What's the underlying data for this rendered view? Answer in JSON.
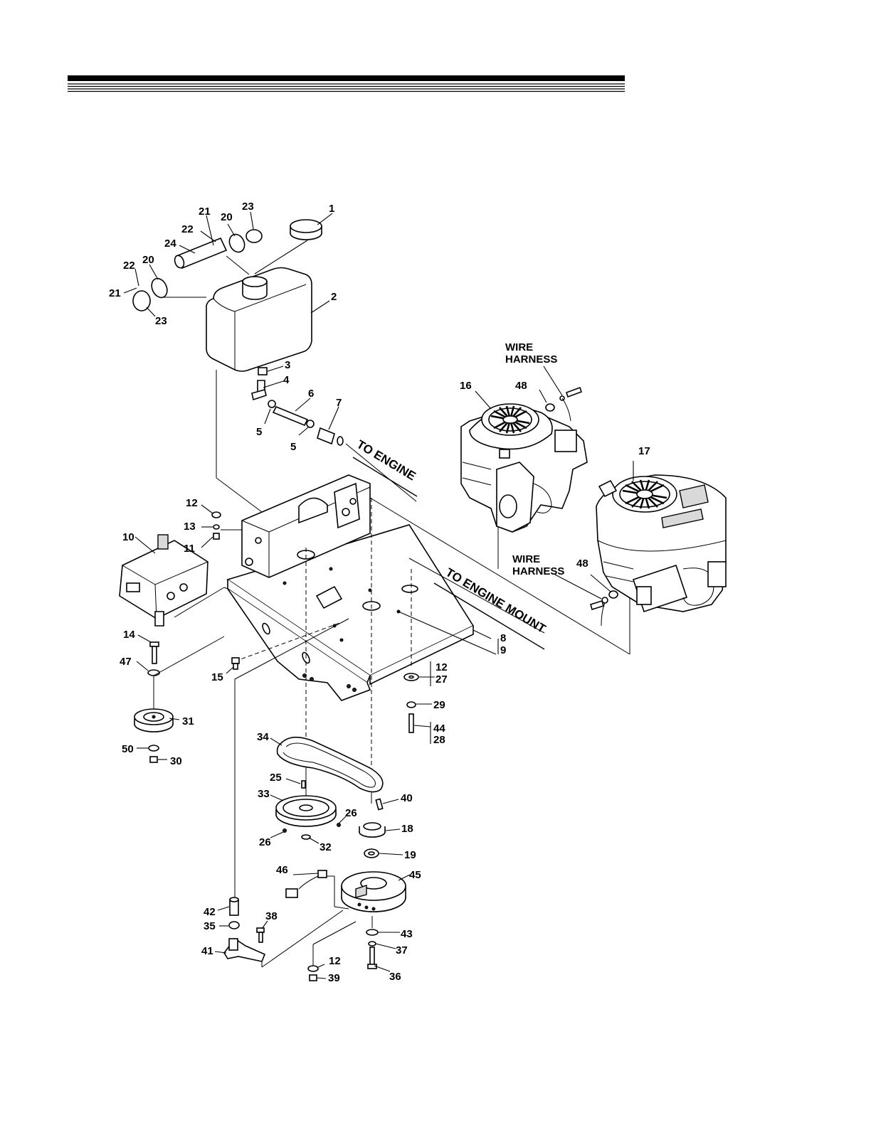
{
  "header": {
    "rule_color": "#000000"
  },
  "labels": {
    "wire_harness_top": [
      "WIRE",
      "HARNESS"
    ],
    "wire_harness_bottom": [
      "WIRE",
      "HARNESS"
    ],
    "to_engine": "TO ENGINE",
    "to_engine_mount": "TO ENGINE MOUNT"
  },
  "callouts": {
    "c1": "1",
    "c2": "2",
    "c3": "3",
    "c4": "4",
    "c5a": "5",
    "c5b": "5",
    "c6": "6",
    "c7": "7",
    "c8": "8",
    "c9": "9",
    "c10": "10",
    "c11": "11",
    "c12a": "12",
    "c12b": "12",
    "c12c": "12",
    "c13": "13",
    "c14": "14",
    "c15": "15",
    "c16": "16",
    "c17": "17",
    "c18": "18",
    "c19": "19",
    "c20a": "20",
    "c20b": "20",
    "c21a": "21",
    "c21b": "21",
    "c22a": "22",
    "c22b": "22",
    "c23a": "23",
    "c23b": "23",
    "c24": "24",
    "c25": "25",
    "c26a": "26",
    "c26b": "26",
    "c27": "27",
    "c28": "28",
    "c29": "29",
    "c30": "30",
    "c31": "31",
    "c32": "32",
    "c33": "33",
    "c34": "34",
    "c35": "35",
    "c36": "36",
    "c37": "37",
    "c38": "38",
    "c39": "39",
    "c40": "40",
    "c41": "41",
    "c42": "42",
    "c43": "43",
    "c44": "44",
    "c45": "45",
    "c46": "46",
    "c47": "47",
    "c48a": "48",
    "c48b": "48",
    "c50": "50"
  }
}
